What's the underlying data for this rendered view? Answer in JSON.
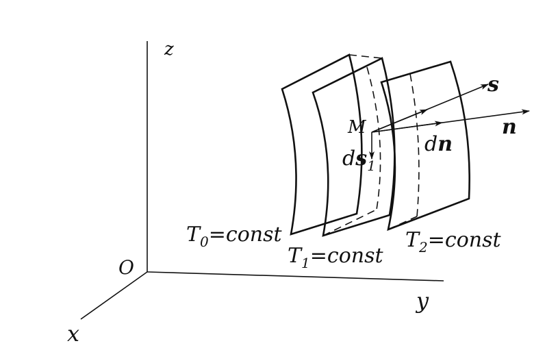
{
  "axes": {
    "origin": "O",
    "x": "x",
    "y": "y",
    "z": "z"
  },
  "surfaces": {
    "t0": {
      "base": "T",
      "sub": "0",
      "rest": "=const"
    },
    "t1": {
      "base": "T",
      "sub": "1",
      "rest": "=const"
    },
    "t2": {
      "base": "T",
      "sub": "2",
      "rest": "=const"
    }
  },
  "point": "M",
  "vectors": {
    "s": "s",
    "n": "n",
    "dn": {
      "d": "d",
      "v": "n"
    },
    "ds1": {
      "d": "d",
      "v": "s",
      "sub": "1"
    }
  },
  "colors": {
    "ink": "#111111",
    "background": "#ffffff"
  }
}
